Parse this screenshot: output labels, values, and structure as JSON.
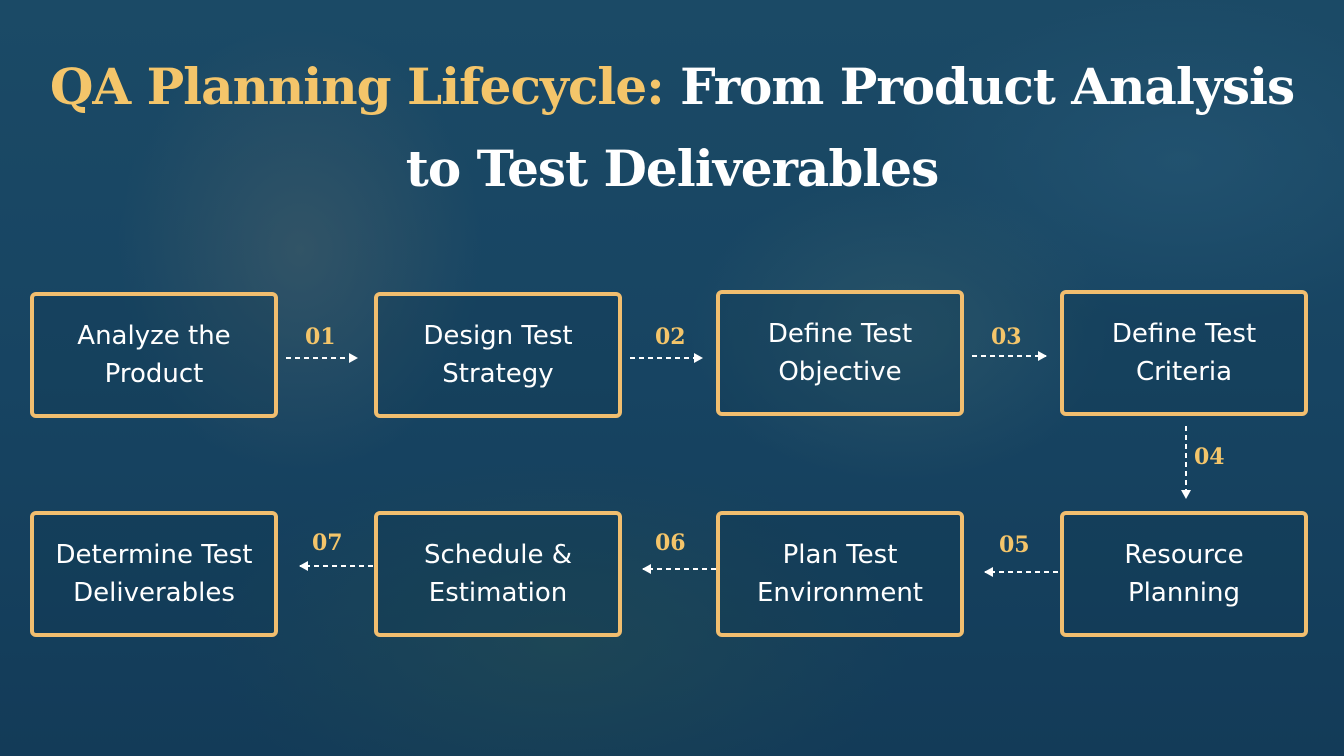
{
  "title": {
    "accent_text": "QA Planning Lifecycle:",
    "line1_rest": "From Product Analysis",
    "line2": "to Test Deliverables"
  },
  "steps": [
    {
      "label": "Analyze the Product"
    },
    {
      "label": "Design Test Strategy"
    },
    {
      "label": "Define Test Objective"
    },
    {
      "label": "Define Test Criteria"
    },
    {
      "label": "Resource Planning"
    },
    {
      "label": "Plan Test Environment"
    },
    {
      "label": "Schedule & Estimation"
    },
    {
      "label": "Determine Test Deliverables"
    }
  ],
  "connectors": [
    "01",
    "02",
    "03",
    "04",
    "05",
    "06",
    "07"
  ],
  "colors": {
    "accent": "#f4c56a",
    "box_border": "#f1be6f",
    "background": "#1a4a66",
    "text": "#ffffff"
  }
}
